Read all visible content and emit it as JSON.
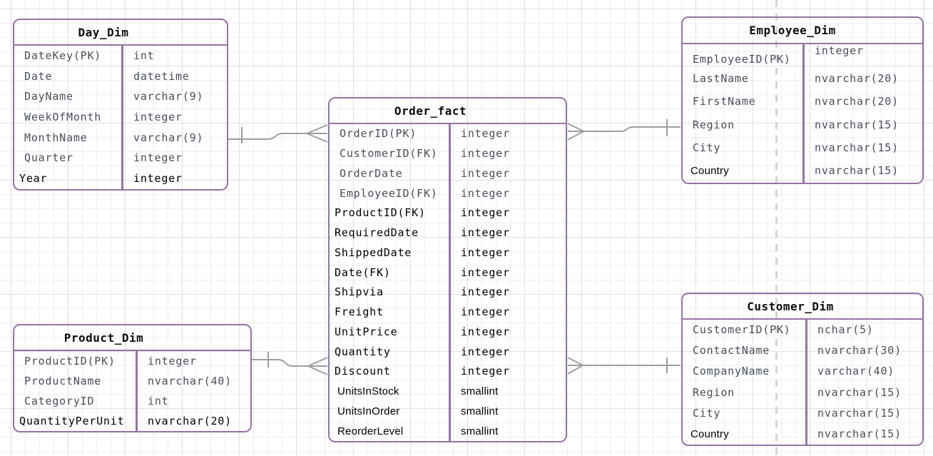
{
  "diagram": {
    "tables": [
      {
        "id": "day-dim",
        "title": "Day_Dim",
        "rows": [
          {
            "name": "DateKey(PK)",
            "type": "int",
            "name_style": "mono-gray",
            "type_style": "mono-gray"
          },
          {
            "name": "Date",
            "type": "datetime",
            "name_style": "mono-gray",
            "type_style": "mono-gray"
          },
          {
            "name": "DayName",
            "type": "varchar(9)",
            "name_style": "mono-gray",
            "type_style": "mono-gray"
          },
          {
            "name": "WeekOfMonth",
            "type": "integer",
            "name_style": "mono-gray",
            "type_style": "mono-gray"
          },
          {
            "name": "MonthName",
            "type": "varchar(9)",
            "name_style": "mono-gray",
            "type_style": "mono-gray"
          },
          {
            "name": "Quarter",
            "type": "integer",
            "name_style": "mono-gray",
            "type_style": "mono-gray"
          },
          {
            "name": "Year",
            "type": "integer",
            "name_style": "mono-black",
            "type_style": "mono-black"
          }
        ]
      },
      {
        "id": "order-fact",
        "title": "Order_fact",
        "rows": [
          {
            "name": "OrderID(PK)",
            "type": "integer",
            "name_style": "mono-gray",
            "type_style": "mono-gray"
          },
          {
            "name": "CustomerID(FK)",
            "type": "integer",
            "name_style": "mono-gray",
            "type_style": "mono-gray"
          },
          {
            "name": "OrderDate",
            "type": "integer",
            "name_style": "mono-gray",
            "type_style": "mono-gray"
          },
          {
            "name": "EmployeeID(FK)",
            "type": "integer",
            "name_style": "mono-gray",
            "type_style": "mono-gray"
          },
          {
            "name": "ProductID(FK)",
            "type": "integer",
            "name_style": "mono-black",
            "type_style": "mono-black"
          },
          {
            "name": "RequiredDate",
            "type": "integer",
            "name_style": "mono-black",
            "type_style": "mono-black"
          },
          {
            "name": "ShippedDate",
            "type": "integer",
            "name_style": "mono-black",
            "type_style": "mono-black"
          },
          {
            "name": "Date(FK)",
            "type": "integer",
            "name_style": "mono-black",
            "type_style": "mono-black"
          },
          {
            "name": "Shipvia",
            "type": "integer",
            "name_style": "mono-black",
            "type_style": "mono-black"
          },
          {
            "name": "Freight",
            "type": "integer",
            "name_style": "mono-black",
            "type_style": "mono-black"
          },
          {
            "name": "UnitPrice",
            "type": "integer",
            "name_style": "mono-black",
            "type_style": "mono-black"
          },
          {
            "name": "Quantity",
            "type": "integer",
            "name_style": "mono-black",
            "type_style": "mono-black"
          },
          {
            "name": "Discount",
            "type": "integer",
            "name_style": "mono-black",
            "type_style": "mono-black"
          },
          {
            "name": "UnitsInStock",
            "type": "smallint",
            "name_style": "sans-black",
            "type_style": "sans-black"
          },
          {
            "name": "UnitsInOrder",
            "type": "smallint",
            "name_style": "sans-black",
            "type_style": "sans-black"
          },
          {
            "name": "ReorderLevel",
            "type": "smallint",
            "name_style": "sans-black",
            "type_style": "sans-black"
          }
        ]
      },
      {
        "id": "employee-dim",
        "title": "Employee_Dim",
        "rows": [
          {
            "name": "EmployeeID(PK)",
            "type": "integer",
            "name_style": "mono-gray",
            "type_style": "mono-gray",
            "stagger": true
          },
          {
            "name": "LastName",
            "type": "nvarchar(20)",
            "name_style": "mono-gray",
            "type_style": "mono-gray"
          },
          {
            "name": "FirstName",
            "type": "nvarchar(20)",
            "name_style": "mono-gray",
            "type_style": "mono-gray"
          },
          {
            "name": "Region",
            "type": "nvarchar(15)",
            "name_style": "mono-gray",
            "type_style": "mono-gray"
          },
          {
            "name": "City",
            "type": "nvarchar(15)",
            "name_style": "mono-gray",
            "type_style": "mono-gray"
          },
          {
            "name": "Country",
            "type": "nvarchar(15)",
            "name_style": "sans-black",
            "type_style": "mono-gray"
          }
        ]
      },
      {
        "id": "product-dim",
        "title": "Product_Dim",
        "rows": [
          {
            "name": "ProductID(PK)",
            "type": "integer",
            "name_style": "mono-gray",
            "type_style": "mono-gray"
          },
          {
            "name": "ProductName",
            "type": "nvarchar(40)",
            "name_style": "mono-gray",
            "type_style": "mono-gray"
          },
          {
            "name": "CategoryID",
            "type": "int",
            "name_style": "mono-gray",
            "type_style": "mono-gray"
          },
          {
            "name": "QuantityPerUnit",
            "type": "nvarchar(20)",
            "name_style": "mono-black",
            "type_style": "mono-black"
          }
        ]
      },
      {
        "id": "customer-dim",
        "title": "Customer_Dim",
        "rows": [
          {
            "name": "CustomerID(PK)",
            "type": "nchar(5)",
            "name_style": "mono-gray",
            "type_style": "mono-gray"
          },
          {
            "name": "ContactName",
            "type": "nvarchar(30)",
            "name_style": "mono-gray",
            "type_style": "mono-gray"
          },
          {
            "name": "CompanyName",
            "type": "varchar(40)",
            "name_style": "mono-gray",
            "type_style": "mono-gray"
          },
          {
            "name": "Region",
            "type": "nvarchar(15)",
            "name_style": "mono-gray",
            "type_style": "mono-gray"
          },
          {
            "name": "City",
            "type": "nvarchar(15)",
            "name_style": "mono-gray",
            "type_style": "mono-gray"
          },
          {
            "name": "Country",
            "type": "nvarchar(15)",
            "name_style": "sans-black",
            "type_style": "mono-gray"
          }
        ]
      }
    ],
    "relationships": [
      {
        "from": "Day_Dim",
        "to": "Order_fact",
        "from_cardinality": "one",
        "to_cardinality": "many"
      },
      {
        "from": "Employee_Dim",
        "to": "Order_fact",
        "from_cardinality": "one",
        "to_cardinality": "many"
      },
      {
        "from": "Product_Dim",
        "to": "Order_fact",
        "from_cardinality": "one",
        "to_cardinality": "many"
      },
      {
        "from": "Customer_Dim",
        "to": "Order_fact",
        "from_cardinality": "one",
        "to_cardinality": "many"
      }
    ],
    "colors": {
      "table_border": "#9673a6",
      "connector_line": "#9e9e9e",
      "field_text_gray": "#474f5a",
      "field_text_black": "#000000",
      "grid_minor": "#efefef",
      "grid_major": "#e0e0e0",
      "page_break": "#d4d4d4",
      "canvas_background": "#ffffff"
    }
  }
}
